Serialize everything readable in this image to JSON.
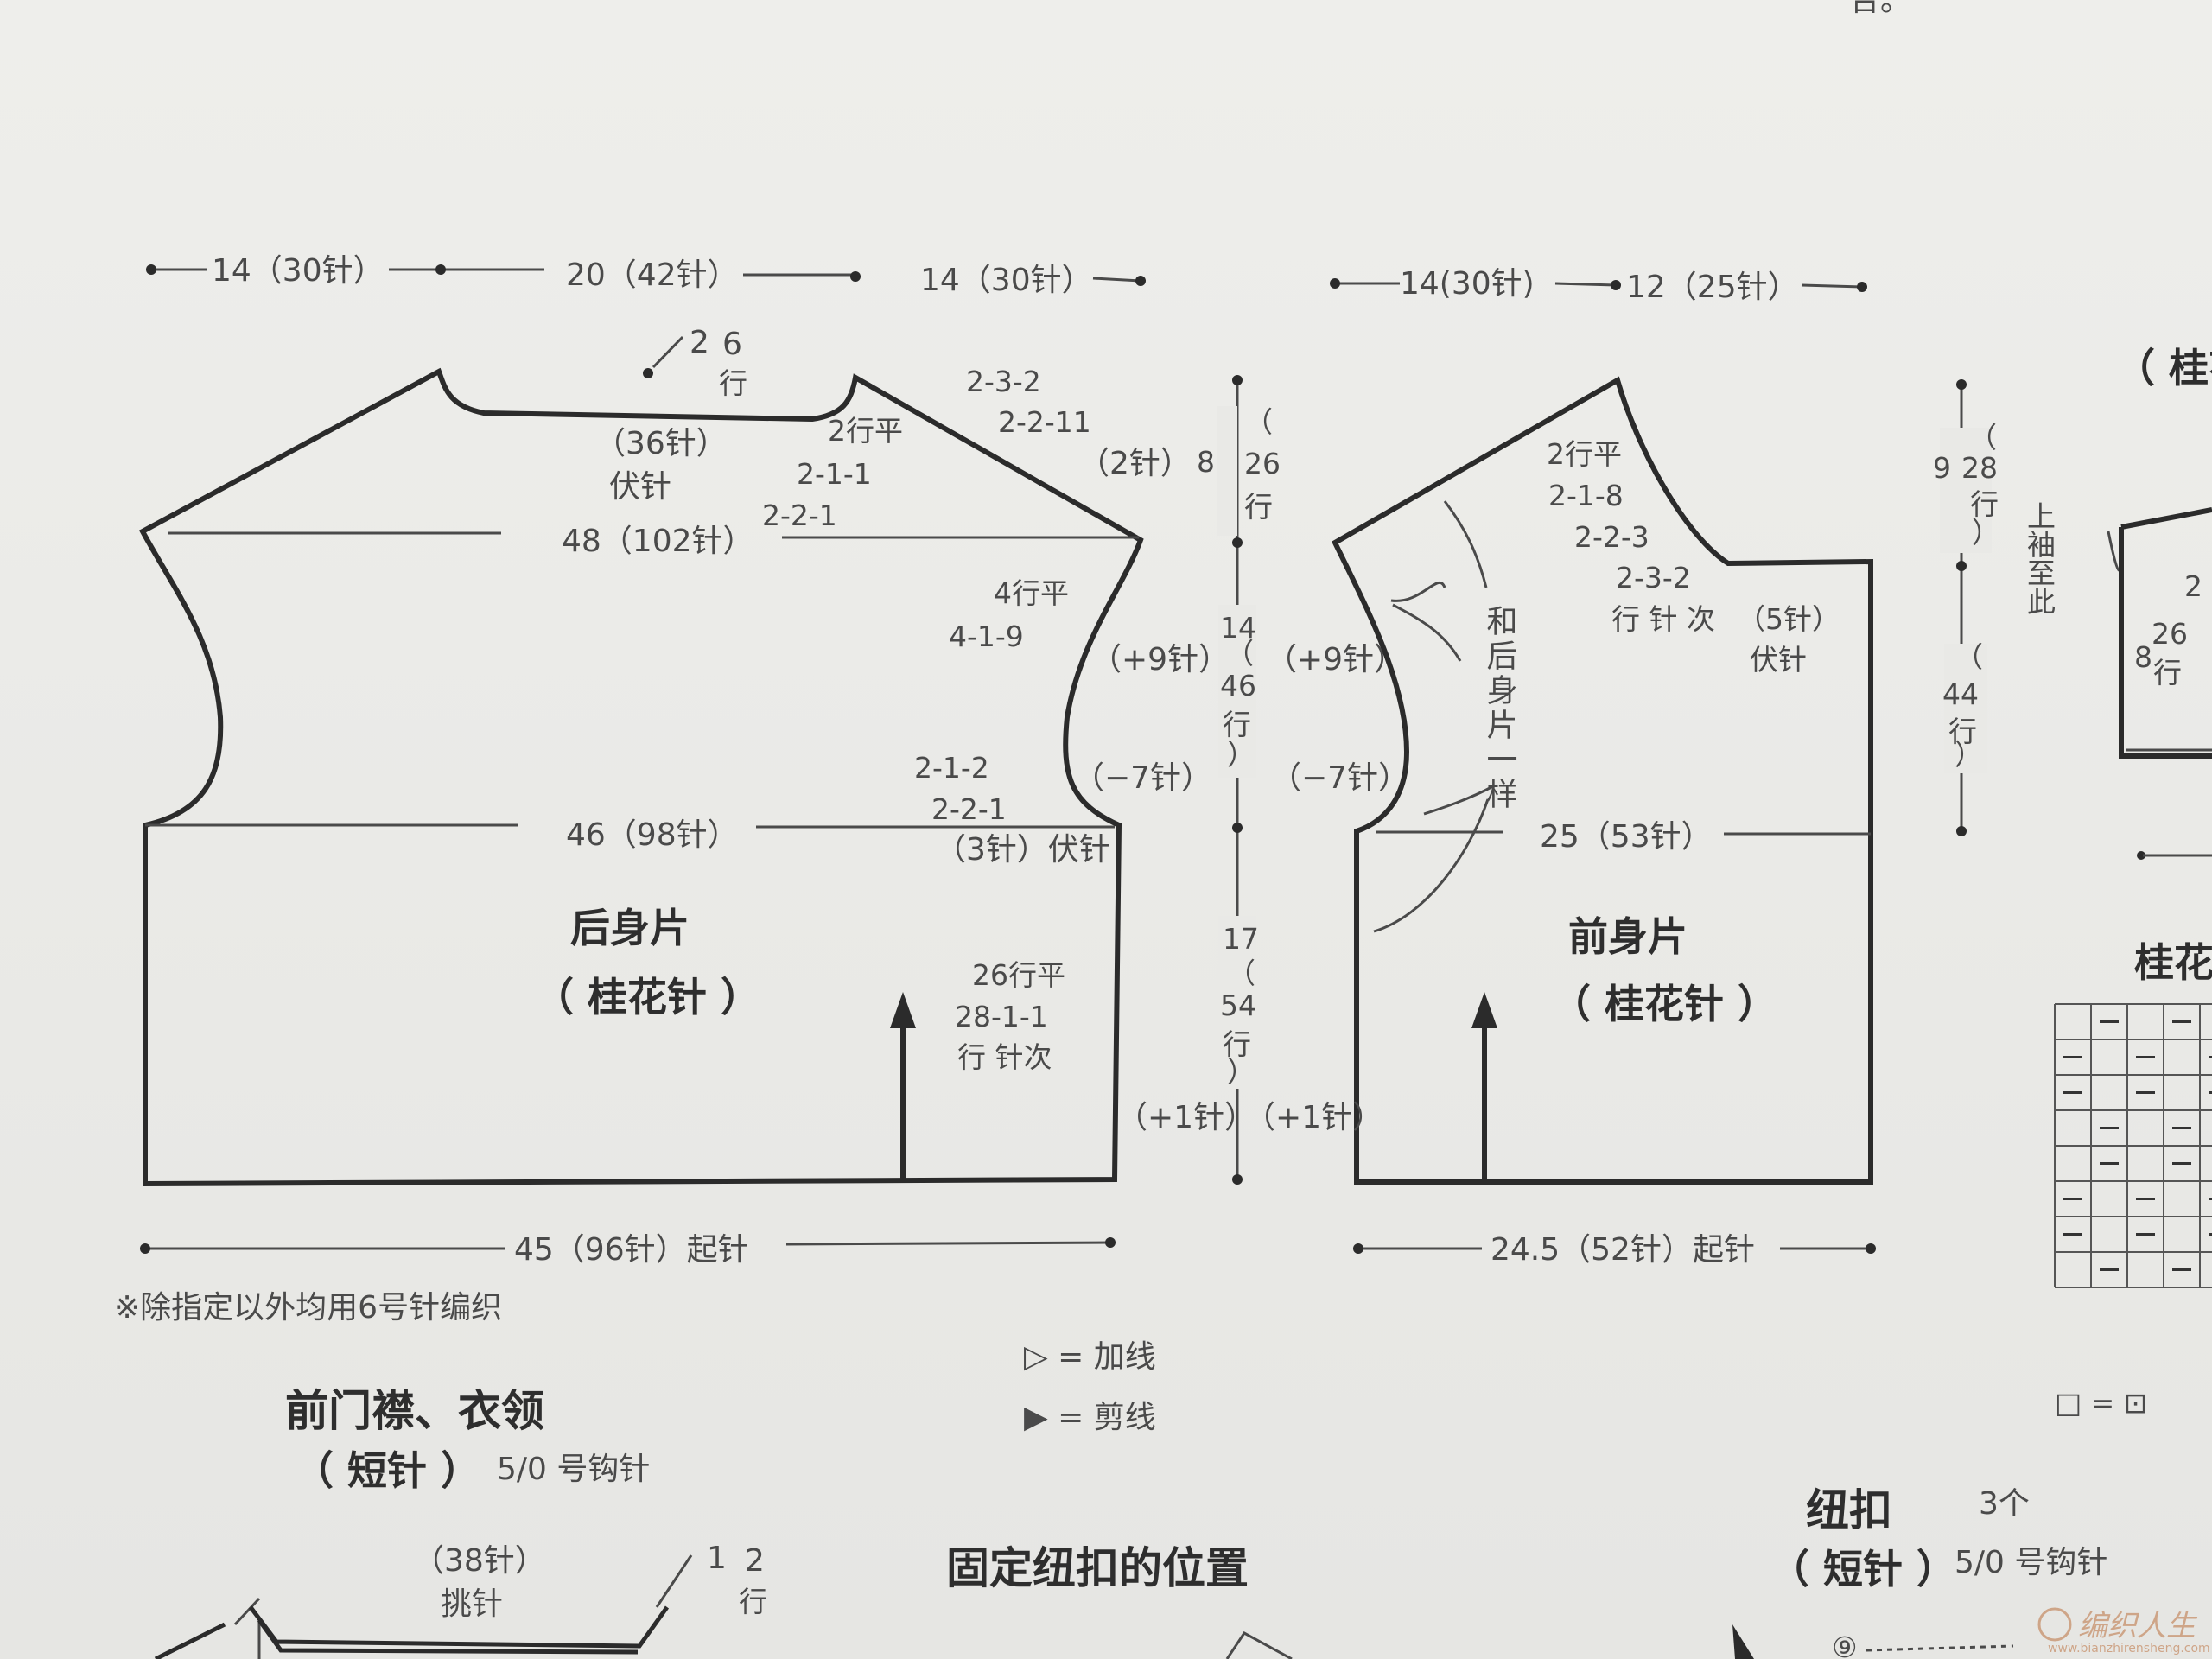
{
  "top_right_fragment": "合。",
  "back_top_dims": [
    "14（30针）",
    "20（42针）",
    "14（30针）"
  ],
  "front_top_dims": [
    "14(30针)",
    "12（25针）"
  ],
  "back": {
    "title": "后身片",
    "subtitle": "（ 桂花针 ）",
    "neck_bindoff": [
      "（36针）",
      "伏针"
    ],
    "neck_rows": [
      "2",
      "6",
      "行"
    ],
    "shoulder_dec": [
      "2-3-2",
      "2-2-11",
      "（2针）",
      "2行平",
      "2-1-1",
      "2-2-1"
    ],
    "width_48": "48（102针）",
    "armhole_inc": [
      "4行平",
      "4-1-9",
      "（+9针）"
    ],
    "armhole_dec": [
      "2-1-2",
      "2-2-1",
      "（3针）伏针",
      "（−7针）"
    ],
    "width_46": "46（98针）",
    "side_inc": [
      "26行平",
      "28-1-1",
      "行 针次",
      "（+1针）"
    ],
    "cast_on": "45（96针）起针"
  },
  "mid_dims": {
    "seg1": "8",
    "seg1_rows": [
      "（",
      "26",
      "行",
      "）"
    ],
    "seg2": "14",
    "seg2_rows": [
      "（",
      "46",
      "行",
      "）"
    ],
    "seg3": "17",
    "seg3_rows": [
      "（",
      "54",
      "行",
      "）"
    ]
  },
  "front": {
    "title": "前身片",
    "subtitle": "（ 桂花针 ）",
    "shoulder": [
      "2行平",
      "2-1-8",
      "2-2-3",
      "2-3-2",
      "行 针 次",
      "（5针）",
      "伏针"
    ],
    "same_as_back": "和后身片一样",
    "plus9": "（+9针）",
    "minus7": "（−7针）",
    "plus1": "（+1针）",
    "width_25": "25（53针）",
    "cast_on": "24.5（52针）起针"
  },
  "right_dims": {
    "seg1": "9",
    "seg1_rows": [
      "（",
      "28",
      "行",
      "）"
    ],
    "seg2_rows": [
      "（",
      "44",
      "行",
      "）"
    ]
  },
  "right_fragment": {
    "label1": "（ 桂花",
    "sleeve_note": "上袖至此",
    "nums": [
      "2",
      "8",
      "26",
      "行"
    ],
    "chart_title": "桂花",
    "legend": "□ = ⊡"
  },
  "note": "※除指定以外均用6号针编织",
  "legend": {
    "add_yarn": "▷ = 加线",
    "cut_yarn": "▶ = 剪线"
  },
  "placket": {
    "title": "前门襟、衣领",
    "subtitle": "（ 短针 ）",
    "hook": "5/0 号钩针",
    "pickup": [
      "（38针）",
      "挑针"
    ],
    "rows": [
      "1",
      "2",
      "行"
    ]
  },
  "button_position_title": "固定纽扣的位置",
  "buttons": {
    "title": "纽扣",
    "count": "3个",
    "subtitle": "（ 短针 ）",
    "hook": "5/0 号钩针",
    "circle": "⑨"
  },
  "watermark": {
    "brand": "编织人生",
    "url": "www.bianzhirensheng.com"
  }
}
